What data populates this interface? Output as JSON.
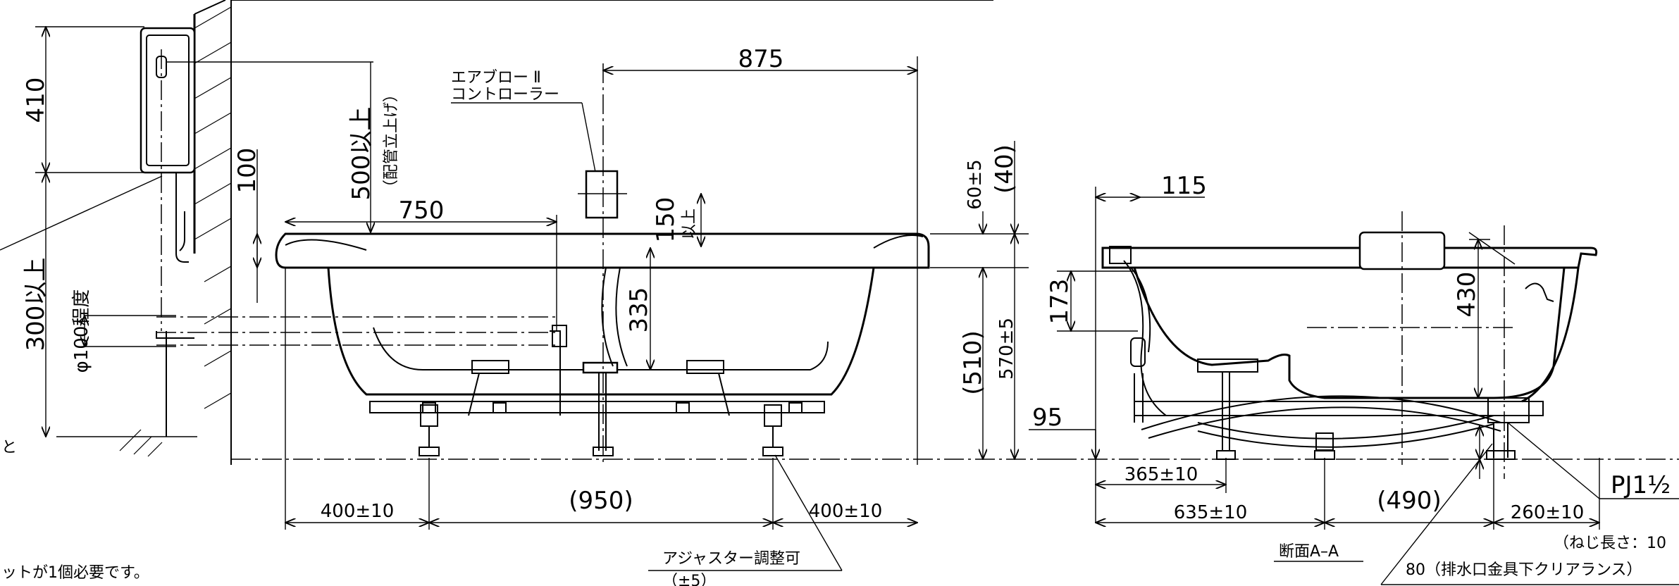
{
  "labels": {
    "controller_line1": "エアブロー  Ⅱ",
    "controller_line2": "コントローラー",
    "adjuster": "アジャスター調整可",
    "adjuster_range": "（±5）",
    "section": "断面A–A",
    "screw_length": "（ねじ長さ：10",
    "clearance": "80（排水口金具下クリアランス）",
    "drain_spec": "PJ1½",
    "note_left": "ットが1個必要です。",
    "note_to": "と"
  },
  "dimensions": {
    "d410": "410",
    "d100": "100",
    "d300": "300以上",
    "d_phi100": "φ100程度",
    "d500": "500以上",
    "d500_note": "（配管立上げ）",
    "d875": "875",
    "d750": "750",
    "d150": "150",
    "d150_note": "以上",
    "d335": "335",
    "d60": "60±5",
    "d40": "(40)",
    "d510": "(510)",
    "d570": "570±5",
    "d95": "95",
    "d400_left": "400±10",
    "d950": "(950)",
    "d400_right": "400±10",
    "d115": "115",
    "d173": "173",
    "d430": "430",
    "d365": "365±10",
    "d635": "635±10",
    "d490": "(490)",
    "d260": "260±10"
  }
}
